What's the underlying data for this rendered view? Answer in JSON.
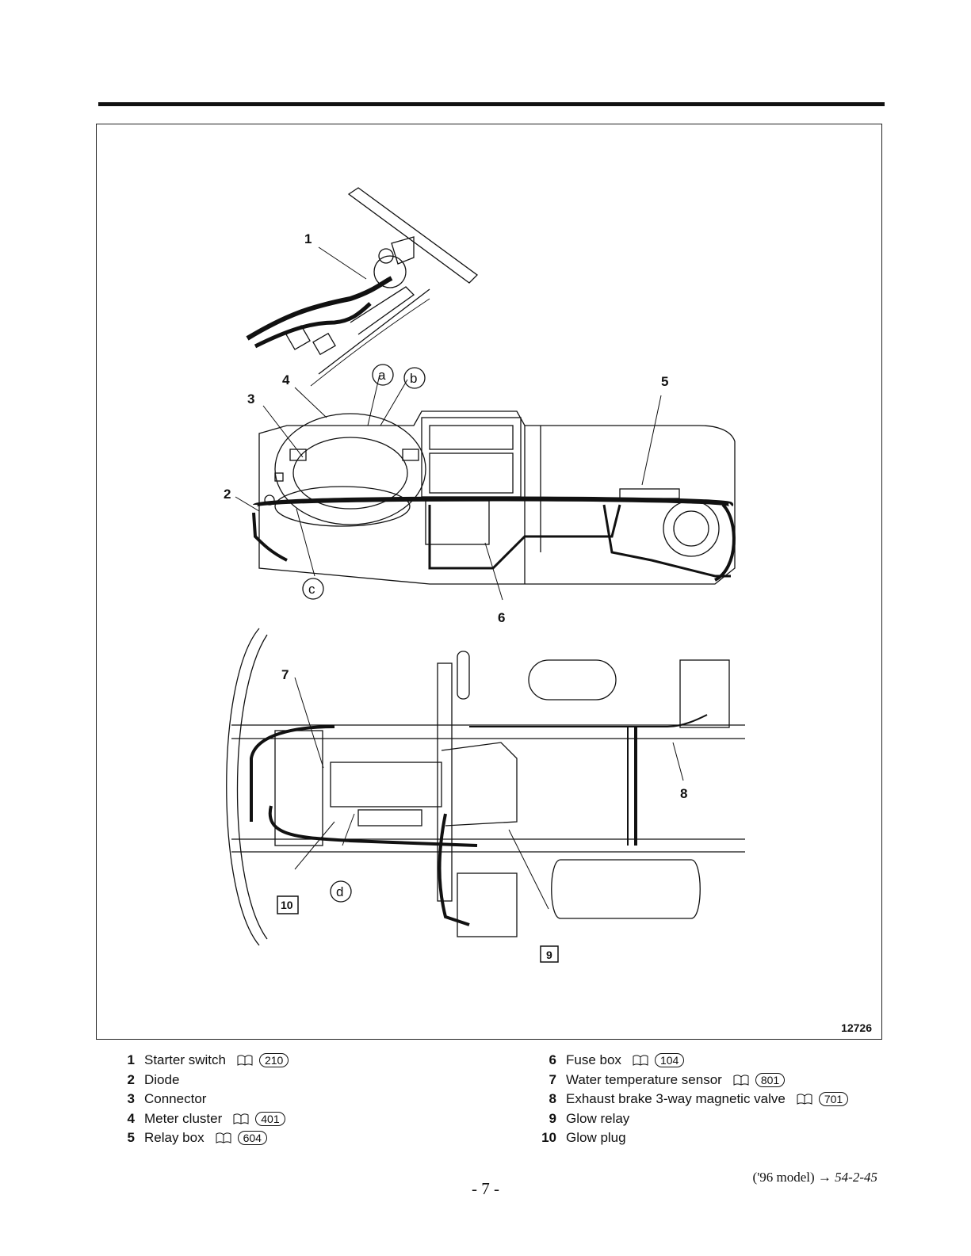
{
  "figure": {
    "number": "12726",
    "callouts": [
      "1",
      "2",
      "3",
      "4",
      "5",
      "6",
      "7",
      "8",
      "a",
      "b",
      "c",
      "d",
      "9",
      "10"
    ]
  },
  "legend_left": [
    {
      "num": "1",
      "label": "Starter switch",
      "ref": "210"
    },
    {
      "num": "2",
      "label": "Diode",
      "ref": ""
    },
    {
      "num": "3",
      "label": "Connector",
      "ref": ""
    },
    {
      "num": "4",
      "label": "Meter cluster",
      "ref": "401"
    },
    {
      "num": "5",
      "label": "Relay box",
      "ref": "604"
    }
  ],
  "legend_right": [
    {
      "num": "6",
      "label": "Fuse box",
      "ref": "104"
    },
    {
      "num": "7",
      "label": "Water temperature sensor",
      "ref": "801"
    },
    {
      "num": "8",
      "label": "Exhaust brake 3-way magnetic valve",
      "ref": "701"
    },
    {
      "num": "9",
      "label": "Glow relay",
      "ref": ""
    },
    {
      "num": "10",
      "label": "Glow plug",
      "ref": ""
    }
  ],
  "footer": {
    "page": "- 7 -",
    "model": "('96 model)",
    "arrow": "→",
    "manual_ref": "54-2-45"
  }
}
